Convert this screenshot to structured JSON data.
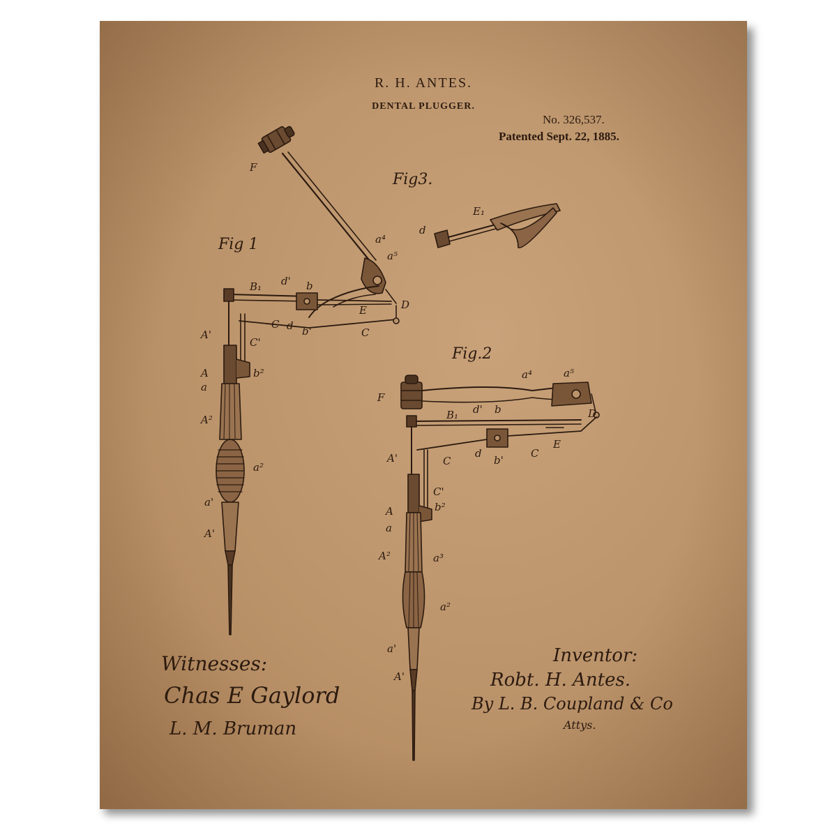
{
  "header": {
    "inventor": "R. H. ANTES.",
    "title": "DENTAL PLUGGER.",
    "number": "No. 326,537.",
    "date": "Patented Sept. 22, 1885."
  },
  "figures": {
    "fig1": "Fig 1",
    "fig2": "Fig.2",
    "fig3": "Fig3."
  },
  "refs": {
    "F": "F",
    "a4": "a⁴",
    "a5": "a⁵",
    "B1": "B₁",
    "d1": "d'",
    "b": "b",
    "E": "E",
    "D": "D",
    "C": "C",
    "d": "d",
    "b1": "b'",
    "C1": "C'",
    "A1": "A'",
    "A": "A",
    "a": "a",
    "b2": "b²",
    "A2": "A²",
    "a2": "a²",
    "a1": "a'",
    "a3": "a³",
    "E1": "E₁"
  },
  "signatures": {
    "witnesses_label": "Witnesses:",
    "witness1": "Chas E Gaylord",
    "witness2": "L. M. Bruman",
    "inventor_label": "Inventor:",
    "inventor_sig": "Robt. H. Antes.",
    "by_line": "By L. B. Coupland & Co",
    "attys": "Attys."
  },
  "colors": {
    "paper": "#bb936a",
    "ink": "#2b1a0f"
  }
}
